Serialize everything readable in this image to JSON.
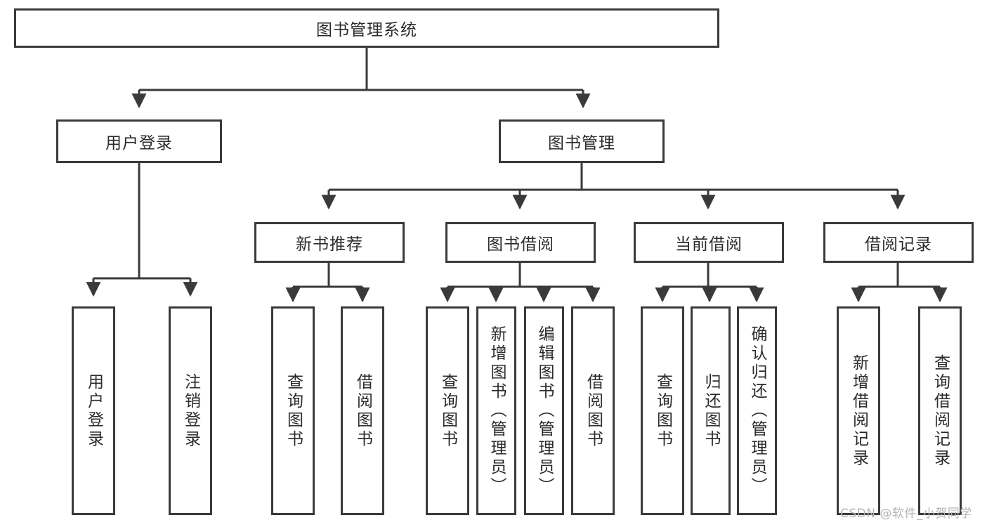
{
  "diagram": {
    "title_node": {
      "label": "图书管理系统"
    },
    "level1": [
      {
        "id": "user-login",
        "label": "用户登录"
      },
      {
        "id": "book-management",
        "label": "图书管理"
      }
    ],
    "level2": [
      {
        "id": "new-book-recommend",
        "label": "新书推荐"
      },
      {
        "id": "book-borrow",
        "label": "图书借阅"
      },
      {
        "id": "current-borrow",
        "label": "当前借阅"
      },
      {
        "id": "borrow-record",
        "label": "借阅记录"
      }
    ],
    "leaves": {
      "user_login": [
        {
          "id": "leaf-user-login",
          "label": "用户登录"
        },
        {
          "id": "leaf-logout-login",
          "label": "注销登录"
        }
      ],
      "new_book_recommend": [
        {
          "id": "leaf-query-book-1",
          "label": "查询图书"
        },
        {
          "id": "leaf-borrow-book-1",
          "label": "借阅图书"
        }
      ],
      "book_borrow": [
        {
          "id": "leaf-query-book-2",
          "label": "查询图书"
        },
        {
          "id": "leaf-add-book",
          "label": "新增图书（管理员）"
        },
        {
          "id": "leaf-edit-book",
          "label": "编辑图书（管理员）"
        },
        {
          "id": "leaf-borrow-book-2",
          "label": "借阅图书"
        }
      ],
      "current_borrow": [
        {
          "id": "leaf-query-book-3",
          "label": "查询图书"
        },
        {
          "id": "leaf-return-book",
          "label": "归还图书"
        },
        {
          "id": "leaf-confirm-return",
          "label": "确认归还（管理员）"
        }
      ],
      "borrow_record": [
        {
          "id": "leaf-add-borrow-record",
          "label": "新增借阅记录"
        },
        {
          "id": "leaf-query-borrow-record",
          "label": "查询借阅记录"
        }
      ]
    },
    "watermark": {
      "text": "CSDN @软件_小贺同学"
    },
    "colors": {
      "stroke": "#3a3a3a",
      "fill": "#ffffff",
      "text": "#2b2b2b",
      "watermark": "#b4b4b4"
    }
  }
}
